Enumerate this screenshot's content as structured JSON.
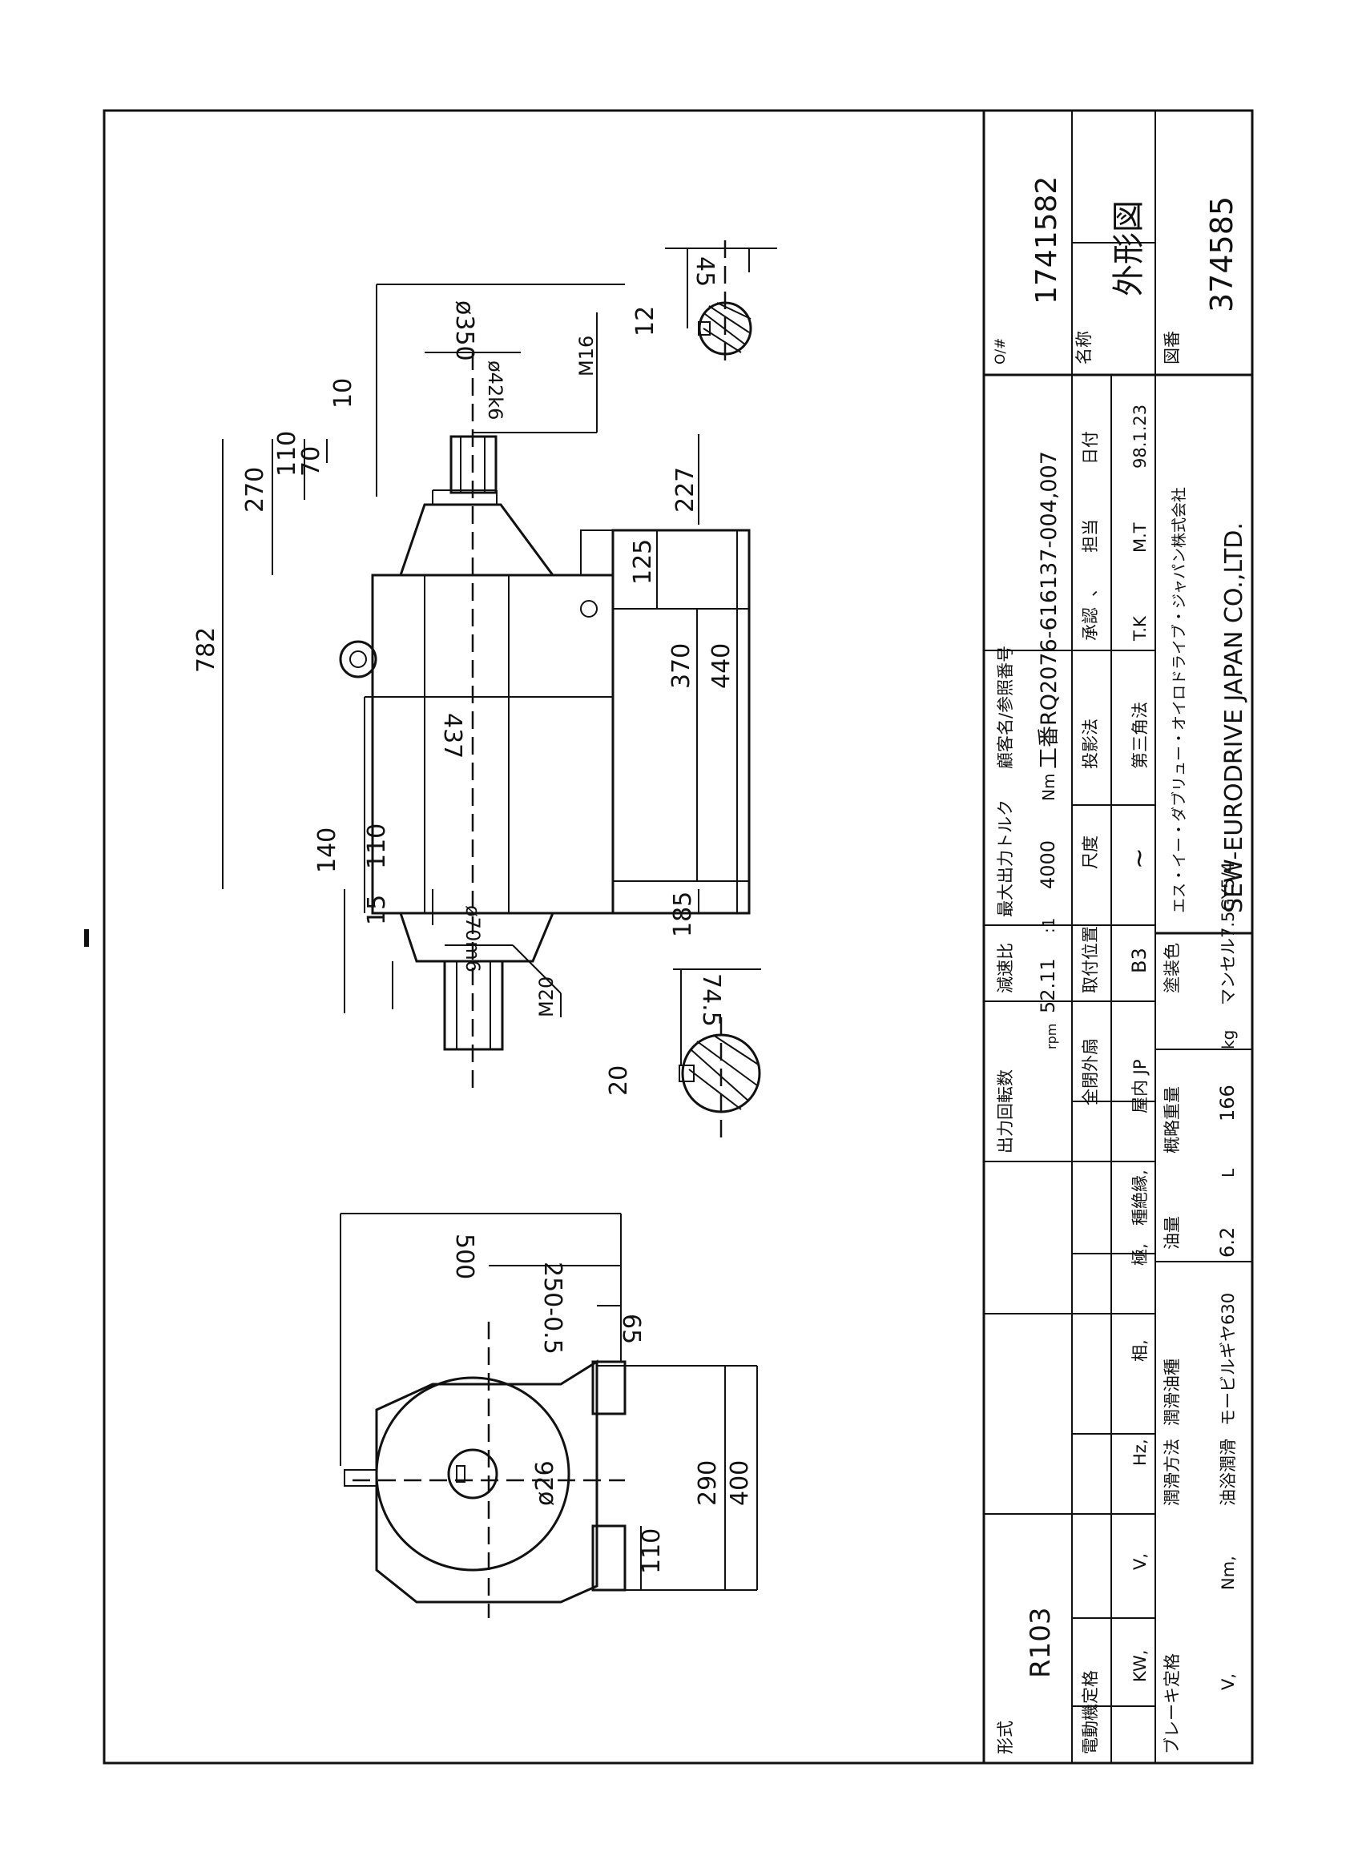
{
  "drawing": {
    "title_block": {
      "type_label": "形式",
      "type_value": "R103",
      "output_speed_label": "出力回転数",
      "output_speed_unit": "rpm",
      "ratio_label": "減速比",
      "ratio_value": "52.11",
      "ratio_suffix": ":1",
      "max_torque_label": "最大出力トルク",
      "max_torque_value": "4000",
      "max_torque_unit": "Nm",
      "customer_ref_label": "顧客名/参照番号",
      "customer_ref_value": "工番RQ2076-616137-004,007",
      "order_label": "O/#",
      "order_value": "1741582",
      "motor_rating_label": "電動機定格",
      "motor_rating_units": [
        "KW,",
        "V,",
        "Hz,",
        "相,",
        "極,",
        "種絶縁,"
      ],
      "enclosure_label": "全閉外扇",
      "enclosure_value": "屋内 JP",
      "mounting_label": "取付位置",
      "mounting_value": "B3",
      "scale_label": "尺度",
      "scale_value": "~",
      "projection_label": "投影法",
      "projection_value": "第三角法",
      "approval_label": "承認",
      "approval_mark": "、",
      "approval_value": "T.K",
      "charge_label": "担当",
      "charge_value": "M.T",
      "date_label": "日付",
      "date_value": "98.1.23",
      "name_label": "名称",
      "name_value": "外形図",
      "brake_label": "ブレーキ定格",
      "brake_units": [
        "V,",
        "Nm,"
      ],
      "lube_method_label": "潤滑方法",
      "lube_method_value": "油浴潤滑",
      "lube_oil_label": "潤滑油種",
      "lube_oil_value": "モービルギヤ630",
      "oil_qty_label": "油量",
      "oil_qty_value": "6.2",
      "oil_qty_unit": "L",
      "weight_label": "概略重量",
      "weight_value": "166",
      "weight_unit": "kg",
      "paint_label": "塗装色",
      "paint_value": "マンセル7.5GY5/4",
      "company_jp": "エス・イー・ダブリュー・オイロドライブ・ジャパン株式会社",
      "company_en": "SEW-EURODRIVE JAPAN CO.,LTD.",
      "drawing_no_label": "図番",
      "drawing_no_value": "374585"
    },
    "dimensions": {
      "side": [
        "782",
        "270",
        "110",
        "70",
        "10",
        "140",
        "110",
        "15",
        "437",
        "227",
        "125",
        "370",
        "440",
        "185",
        "ø350",
        "ø42k6",
        "M16",
        "ø70m6",
        "M20"
      ],
      "keys": [
        "45",
        "12",
        "74.5",
        "20"
      ],
      "front": [
        "500",
        "250-0.5",
        "65",
        "ø26",
        "290",
        "400",
        "110"
      ]
    }
  }
}
